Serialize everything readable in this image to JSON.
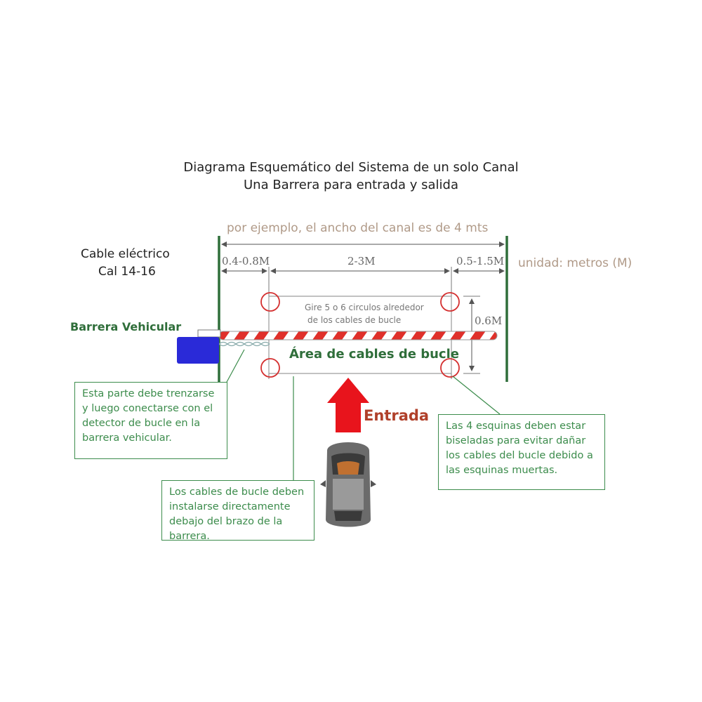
{
  "title": {
    "line1": "Diagrama Esquemático del Sistema de un solo Canal",
    "line2": "Una Barrera para entrada y salida"
  },
  "channel_width_label": "por ejemplo, el ancho del canal es de 4 mts",
  "cable": {
    "line1": "Cable eléctrico",
    "line2": "Cal 14-16"
  },
  "units_label": "unidad: metros (M)",
  "dimensions": {
    "left": "0.4-0.8M",
    "middle": "2-3M",
    "right": "0.5-1.5M",
    "height": "0.6M"
  },
  "barrier_label": "Barrera Vehicular",
  "circles_note": {
    "line1": "Gire 5 o 6 circulos alrededor",
    "line2": "de los cables de bucle"
  },
  "loop_area_label": "Área de cables de bucle",
  "entrance_label": "Entrada",
  "callouts": {
    "twist": "Esta parte debe trenzarse y luego conectarse con el detector de bucle en la barrera vehicular.",
    "under_arm": "Los cables de bucle deben instalarse directamente debajo del brazo de la barrera.",
    "corners": "Las 4 esquinas deben estar biseladas para evitar dañar los cables del bucle debido a las esquinas muertas."
  },
  "colors": {
    "channel_lines": "#2f6e3a",
    "callout_border": "#3c8c4c",
    "barrier_stripe": "#e0302a",
    "entrance_arrow": "#e8141c",
    "loop_corners": "#d43030",
    "barrier_box": "#2a2ad8",
    "dimension_text": "#666666"
  },
  "icons": [
    "car-icon",
    "entrance-arrow-icon",
    "barrier-box-icon"
  ]
}
